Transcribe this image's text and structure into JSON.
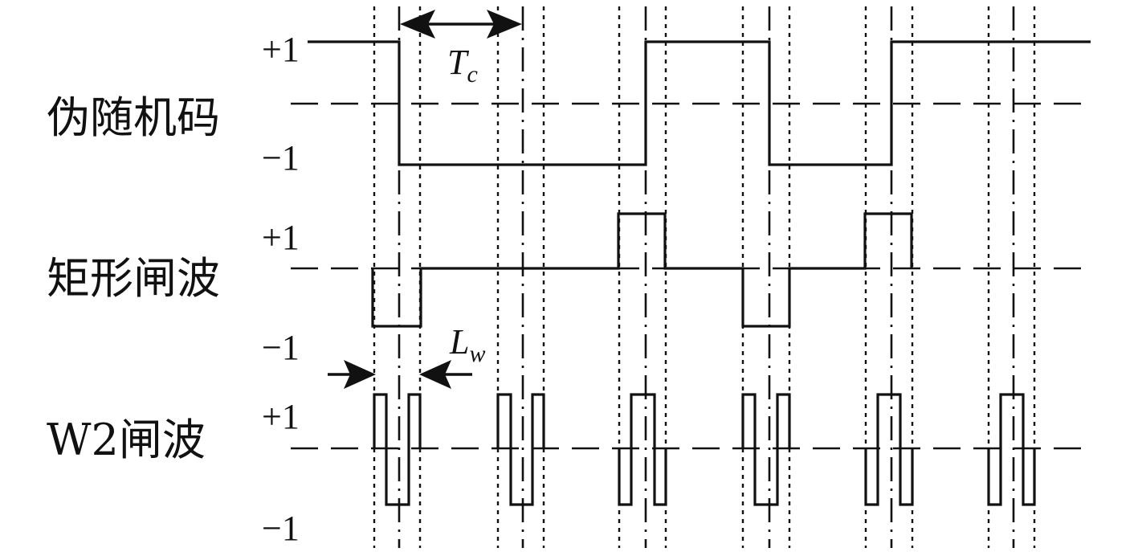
{
  "diagram": {
    "rows": [
      {
        "id": "pseudo-random-code",
        "label": "伪随机码",
        "plus": "+1",
        "minus": "−1"
      },
      {
        "id": "rectangular-gate",
        "label": "矩形闸波",
        "plus": "+1",
        "minus": "−1"
      },
      {
        "id": "w2-gate",
        "label": "W2闸波",
        "plus": "+1",
        "minus": "−1"
      }
    ],
    "annotations": {
      "chip_period": {
        "symbol": "T",
        "subscript": "c"
      },
      "gate_width": {
        "symbol": "L",
        "subscript": "w"
      }
    }
  }
}
